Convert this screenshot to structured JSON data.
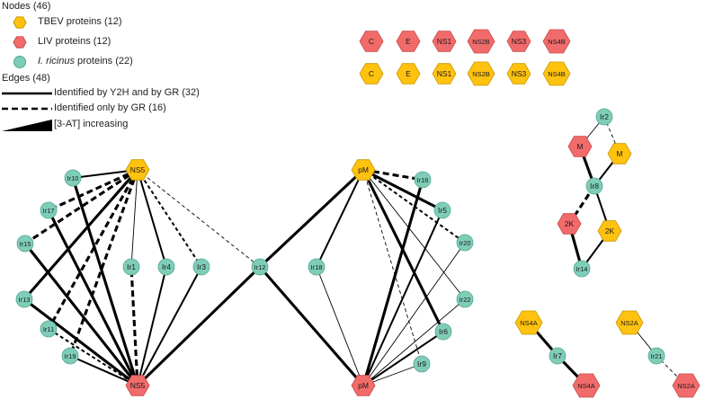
{
  "legend": {
    "nodes_heading": "Nodes (46)",
    "node_types": [
      {
        "label": "TBEV proteins (12)",
        "shape": "hexagon",
        "color": "#FFC20E"
      },
      {
        "label": "LIV proteins (12)",
        "shape": "hexagon",
        "color": "#F26B6B"
      },
      {
        "label_italic": "I. ricinus",
        "label_rest": " proteins (22)",
        "shape": "circle",
        "color": "#7FCDB8"
      }
    ],
    "edges_heading": "Edges (48)",
    "edge_types": [
      {
        "label": "Identified by Y2H and by GR (32)",
        "style": "solid"
      },
      {
        "label": "Identified only by GR (16)",
        "style": "dashed"
      },
      {
        "label": "[3-AT] increasing",
        "style": "wedge"
      }
    ]
  },
  "colors": {
    "tbev": "#FFC20E",
    "liv": "#F26B6B",
    "tick": "#7FCDB8",
    "tbev_stroke": "#C99A00",
    "liv_stroke": "#C84848",
    "tick_stroke": "#4FA890",
    "edge": "#000000"
  },
  "nodes": [
    {
      "id": "liv_C",
      "label": "C",
      "type": "liv"
    },
    {
      "id": "liv_E",
      "label": "E",
      "type": "liv"
    },
    {
      "id": "liv_NS1",
      "label": "NS1",
      "type": "liv"
    },
    {
      "id": "liv_NS2B",
      "label": "NS2B",
      "type": "liv"
    },
    {
      "id": "liv_NS3",
      "label": "NS3",
      "type": "liv"
    },
    {
      "id": "liv_NS4B",
      "label": "NS4B",
      "type": "liv"
    },
    {
      "id": "tbev_C",
      "label": "C",
      "type": "tbev"
    },
    {
      "id": "tbev_E",
      "label": "E",
      "type": "tbev"
    },
    {
      "id": "tbev_NS1",
      "label": "NS1",
      "type": "tbev"
    },
    {
      "id": "tbev_NS2B",
      "label": "NS2B",
      "type": "tbev"
    },
    {
      "id": "tbev_NS3",
      "label": "NS3",
      "type": "tbev"
    },
    {
      "id": "tbev_NS4B",
      "label": "NS4B",
      "type": "tbev"
    },
    {
      "id": "tbev_NS5",
      "label": "NS5",
      "type": "tbev"
    },
    {
      "id": "liv_NS5",
      "label": "NS5",
      "type": "liv"
    },
    {
      "id": "tbev_pM",
      "label": "pM",
      "type": "tbev"
    },
    {
      "id": "liv_pM",
      "label": "pM",
      "type": "liv"
    },
    {
      "id": "Ir10",
      "label": "Ir10",
      "type": "tick"
    },
    {
      "id": "Ir17",
      "label": "Ir17",
      "type": "tick"
    },
    {
      "id": "Ir15",
      "label": "Ir15",
      "type": "tick"
    },
    {
      "id": "Ir13",
      "label": "Ir13",
      "type": "tick"
    },
    {
      "id": "Ir11",
      "label": "Ir11",
      "type": "tick"
    },
    {
      "id": "Ir19",
      "label": "Ir19",
      "type": "tick"
    },
    {
      "id": "Ir1",
      "label": "Ir1",
      "type": "tick"
    },
    {
      "id": "Ir4",
      "label": "Ir4",
      "type": "tick"
    },
    {
      "id": "Ir3",
      "label": "Ir3",
      "type": "tick"
    },
    {
      "id": "Ir12",
      "label": "Ir12",
      "type": "tick"
    },
    {
      "id": "Ir18",
      "label": "Ir18",
      "type": "tick"
    },
    {
      "id": "Ir16",
      "label": "Ir16",
      "type": "tick"
    },
    {
      "id": "Ir5",
      "label": "Ir5",
      "type": "tick"
    },
    {
      "id": "Ir20",
      "label": "Ir20",
      "type": "tick"
    },
    {
      "id": "Ir22",
      "label": "Ir22",
      "type": "tick"
    },
    {
      "id": "Ir6",
      "label": "Ir6",
      "type": "tick"
    },
    {
      "id": "Ir9",
      "label": "Ir9",
      "type": "tick"
    },
    {
      "id": "Ir2",
      "label": "Ir2",
      "type": "tick"
    },
    {
      "id": "liv_M",
      "label": "M",
      "type": "liv"
    },
    {
      "id": "tbev_M",
      "label": "M",
      "type": "tbev"
    },
    {
      "id": "Ir8",
      "label": "Ir8",
      "type": "tick"
    },
    {
      "id": "liv_2K",
      "label": "2K",
      "type": "liv"
    },
    {
      "id": "tbev_2K",
      "label": "2K",
      "type": "tbev"
    },
    {
      "id": "Ir14",
      "label": "Ir14",
      "type": "tick"
    },
    {
      "id": "tbev_NS4A",
      "label": "NS4A",
      "type": "tbev"
    },
    {
      "id": "Ir7",
      "label": "Ir7",
      "type": "tick"
    },
    {
      "id": "liv_NS4A",
      "label": "NS4A",
      "type": "liv"
    },
    {
      "id": "tbev_NS2A",
      "label": "NS2A",
      "type": "tbev"
    },
    {
      "id": "Ir21",
      "label": "Ir21",
      "type": "tick"
    },
    {
      "id": "liv_NS2A",
      "label": "NS2A",
      "type": "liv"
    }
  ],
  "edges": [
    {
      "s": "tbev_NS5",
      "t": "Ir10",
      "style": "solid",
      "weight": 2
    },
    {
      "s": "tbev_NS5",
      "t": "Ir17",
      "style": "dashed",
      "weight": 3
    },
    {
      "s": "tbev_NS5",
      "t": "Ir15",
      "style": "dashed",
      "weight": 3
    },
    {
      "s": "tbev_NS5",
      "t": "Ir13",
      "style": "solid",
      "weight": 3
    },
    {
      "s": "tbev_NS5",
      "t": "Ir11",
      "style": "dashed",
      "weight": 3
    },
    {
      "s": "tbev_NS5",
      "t": "Ir19",
      "style": "dashed",
      "weight": 3
    },
    {
      "s": "tbev_NS5",
      "t": "Ir1",
      "style": "solid",
      "weight": 1
    },
    {
      "s": "tbev_NS5",
      "t": "Ir4",
      "style": "solid",
      "weight": 2
    },
    {
      "s": "tbev_NS5",
      "t": "Ir3",
      "style": "dashed",
      "weight": 2
    },
    {
      "s": "tbev_NS5",
      "t": "Ir12",
      "style": "dashed",
      "weight": 1
    },
    {
      "s": "liv_NS5",
      "t": "Ir10",
      "style": "solid",
      "weight": 3
    },
    {
      "s": "liv_NS5",
      "t": "Ir17",
      "style": "solid",
      "weight": 3
    },
    {
      "s": "liv_NS5",
      "t": "Ir15",
      "style": "solid",
      "weight": 3
    },
    {
      "s": "liv_NS5",
      "t": "Ir13",
      "style": "solid",
      "weight": 3
    },
    {
      "s": "liv_NS5",
      "t": "Ir11",
      "style": "dashed",
      "weight": 2
    },
    {
      "s": "liv_NS5",
      "t": "Ir19",
      "style": "solid",
      "weight": 2
    },
    {
      "s": "liv_NS5",
      "t": "Ir1",
      "style": "dashed",
      "weight": 3
    },
    {
      "s": "liv_NS5",
      "t": "Ir4",
      "style": "solid",
      "weight": 2
    },
    {
      "s": "liv_NS5",
      "t": "Ir3",
      "style": "solid",
      "weight": 2
    },
    {
      "s": "liv_NS5",
      "t": "Ir12",
      "style": "solid",
      "weight": 3
    },
    {
      "s": "tbev_pM",
      "t": "Ir12",
      "style": "solid",
      "weight": 3
    },
    {
      "s": "tbev_pM",
      "t": "Ir18",
      "style": "solid",
      "weight": 2
    },
    {
      "s": "tbev_pM",
      "t": "Ir16",
      "style": "dashed",
      "weight": 3
    },
    {
      "s": "tbev_pM",
      "t": "Ir5",
      "style": "solid",
      "weight": 3
    },
    {
      "s": "tbev_pM",
      "t": "Ir20",
      "style": "dashed",
      "weight": 2
    },
    {
      "s": "tbev_pM",
      "t": "Ir22",
      "style": "solid",
      "weight": 1
    },
    {
      "s": "tbev_pM",
      "t": "Ir6",
      "style": "solid",
      "weight": 3
    },
    {
      "s": "tbev_pM",
      "t": "Ir9",
      "style": "dashed",
      "weight": 1
    },
    {
      "s": "liv_pM",
      "t": "Ir18",
      "style": "solid",
      "weight": 1
    },
    {
      "s": "liv_pM",
      "t": "Ir16",
      "style": "solid",
      "weight": 3
    },
    {
      "s": "liv_pM",
      "t": "Ir5",
      "style": "solid",
      "weight": 2
    },
    {
      "s": "liv_pM",
      "t": "Ir20",
      "style": "solid",
      "weight": 1
    },
    {
      "s": "liv_pM",
      "t": "Ir22",
      "style": "solid",
      "weight": 1
    },
    {
      "s": "liv_pM",
      "t": "Ir6",
      "style": "solid",
      "weight": 2
    },
    {
      "s": "liv_pM",
      "t": "Ir9",
      "style": "solid",
      "weight": 1
    },
    {
      "s": "liv_pM",
      "t": "Ir12",
      "style": "solid",
      "weight": 3
    },
    {
      "s": "Ir2",
      "t": "liv_M",
      "style": "solid",
      "weight": 1
    },
    {
      "s": "Ir2",
      "t": "tbev_M",
      "style": "dashed",
      "weight": 1
    },
    {
      "s": "liv_M",
      "t": "Ir8",
      "style": "solid",
      "weight": 3
    },
    {
      "s": "tbev_M",
      "t": "Ir8",
      "style": "solid",
      "weight": 2
    },
    {
      "s": "Ir8",
      "t": "liv_2K",
      "style": "dashed",
      "weight": 3
    },
    {
      "s": "Ir8",
      "t": "tbev_2K",
      "style": "solid",
      "weight": 2
    },
    {
      "s": "liv_2K",
      "t": "Ir14",
      "style": "solid",
      "weight": 3
    },
    {
      "s": "tbev_2K",
      "t": "Ir14",
      "style": "solid",
      "weight": 2
    },
    {
      "s": "tbev_NS4A",
      "t": "Ir7",
      "style": "solid",
      "weight": 3
    },
    {
      "s": "Ir7",
      "t": "liv_NS4A",
      "style": "solid",
      "weight": 3
    },
    {
      "s": "tbev_NS2A",
      "t": "Ir21",
      "style": "solid",
      "weight": 1
    },
    {
      "s": "Ir21",
      "t": "liv_NS2A",
      "style": "dashed",
      "weight": 1
    }
  ]
}
